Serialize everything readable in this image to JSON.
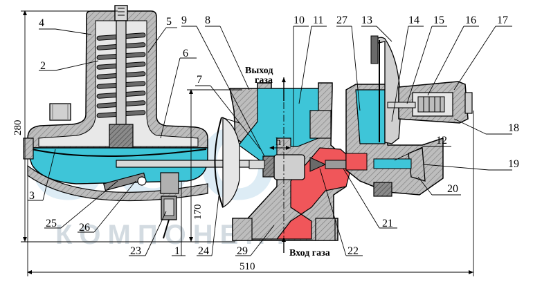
{
  "labels": {
    "outlet_line1": "Выход",
    "outlet_line2": "газа",
    "inlet": "Вход газа"
  },
  "dimensions": {
    "height_total": "280",
    "height_inlet": "170",
    "width_total": "510",
    "gap_h": "h"
  },
  "callouts_top": [
    "4",
    "5",
    "9",
    "8",
    "10",
    "11",
    "27",
    "13",
    "14",
    "15",
    "16",
    "17"
  ],
  "callouts_left": [
    "2",
    "6",
    "7",
    "3",
    "25",
    "26",
    "23",
    "1",
    "24",
    "29",
    "22",
    "21",
    "12",
    "18",
    "19",
    "20"
  ],
  "watermark": {
    "big": "ООО",
    "small": "КОМПОНЕНТ"
  },
  "colors": {
    "gas_outlet": "#3ec5d8",
    "gas_inlet": "#f0565a",
    "body_metal": "#b8b8b8",
    "dark_metal": "#5a5a5a"
  }
}
